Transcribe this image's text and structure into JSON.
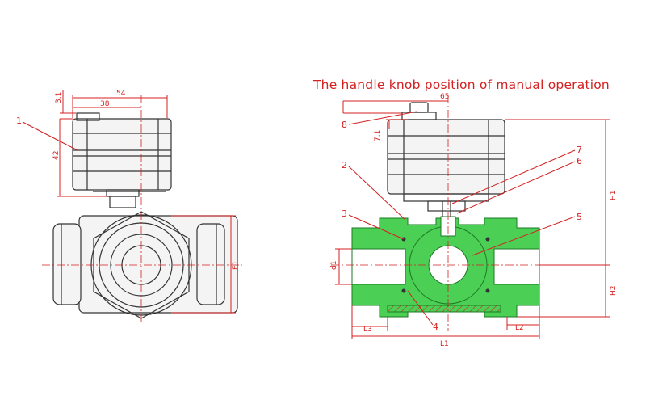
{
  "title": "The handle knob position of manual operation",
  "left_view": {
    "dims": {
      "d54": "54",
      "d38": "38",
      "d3_1": "3.1",
      "d42": "42",
      "e1": "E1"
    },
    "callouts": {
      "c1": "1"
    }
  },
  "right_view": {
    "dims": {
      "d65": "65",
      "d7_1": "7.1",
      "h1": "H1",
      "h2": "H2",
      "d1": "d1",
      "l1": "L1",
      "l2": "L2",
      "l3": "L3"
    },
    "callouts": {
      "c2": "2",
      "c3": "3",
      "c4": "4",
      "c5": "5",
      "c6": "6",
      "c7": "7",
      "c8": "8"
    }
  },
  "colors": {
    "dimension": "#d42020",
    "section_fill": "#4ccf55",
    "outline": "#333333"
  }
}
